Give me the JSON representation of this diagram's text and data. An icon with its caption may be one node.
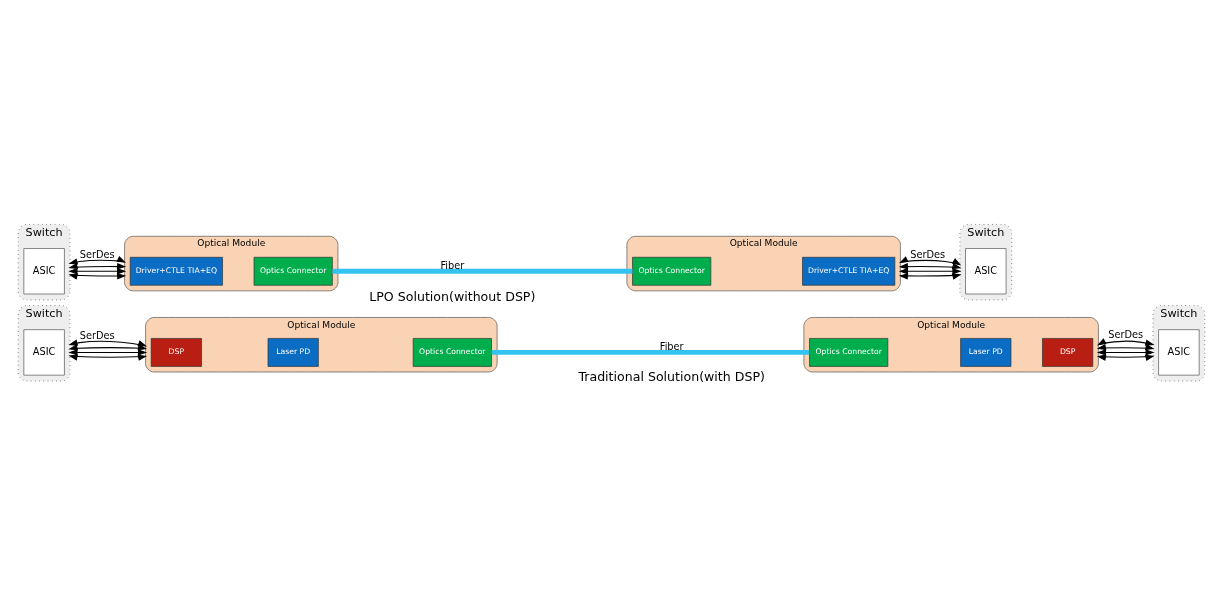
{
  "diagram": {
    "nodes": [
      {
        "text": [
          "Switch"
        ]
      },
      {
        "text": [
          "ASIC"
        ],
        "in": 0
      },
      {
        "text": [
          "Optical Module"
        ]
      },
      {
        "text": [
          "DSP"
        ],
        "in": 2
      },
      {
        "text": [
          "Laser PD"
        ],
        "in": 2
      },
      {
        "text": [
          "Optics Connector"
        ],
        "in": 2
      },
      {
        "text": [
          "Optical Module"
        ]
      },
      {
        "text": [
          "Optics Connector"
        ],
        "in": 6
      },
      {
        "text": [
          "Laser PD"
        ],
        "in": 6
      },
      {
        "text": [
          "DSP"
        ],
        "in": 6
      },
      {
        "text": [
          "Switch"
        ]
      },
      {
        "text": [
          "ASIC"
        ],
        "in": 10
      },
      {
        "text": [
          "Switch"
        ]
      },
      {
        "text": [
          "ASIC"
        ],
        "in": 12
      },
      {
        "text": [
          "Optical Module"
        ]
      },
      {
        "text": [
          "Driver+CTLE TIA+EQ"
        ],
        "in": 14
      },
      {
        "text": [
          "Optics Connector"
        ],
        "in": 14
      },
      {
        "text": [
          "Optical Module"
        ]
      },
      {
        "text": [
          "Optics Connector"
        ],
        "in": 17
      },
      {
        "text": [
          "Driver+CTLE TIA+EQ"
        ],
        "in": 17
      },
      {
        "text": [
          "Switch"
        ]
      },
      {
        "text": [
          "ASIC"
        ],
        "in": 20
      }
    ],
    "edges": [
      {
        "from": 0,
        "to": 2,
        "arrow": "both",
        "label": "SerDes"
      },
      {
        "from": 0,
        "to": 2,
        "arrow": "both"
      },
      {
        "from": 0,
        "to": 2,
        "arrow": "both"
      },
      {
        "from": 0,
        "to": 2,
        "arrow": "both"
      },
      {
        "from": 5,
        "to": 7,
        "arrow": "none",
        "label": "Fiber",
        "style": "thick",
        "color": "#33c3f0"
      },
      {
        "from": 6,
        "to": 10,
        "arrow": "both",
        "label": "SerDes"
      },
      {
        "from": 6,
        "to": 10,
        "arrow": "both"
      },
      {
        "from": 6,
        "to": 10,
        "arrow": "both"
      },
      {
        "from": 6,
        "to": 10,
        "arrow": "both"
      },
      {
        "from": 12,
        "to": 14,
        "arrow": "both",
        "label": "SerDes"
      },
      {
        "from": 12,
        "to": 14,
        "arrow": "both"
      },
      {
        "from": 12,
        "to": 14,
        "arrow": "both"
      },
      {
        "from": 12,
        "to": 14,
        "arrow": "both"
      },
      {
        "from": 16,
        "to": 18,
        "arrow": "none",
        "label": "Fiber",
        "style": "thick",
        "color": "#33c3f0"
      },
      {
        "from": 17,
        "to": 20,
        "arrow": "both",
        "label": "SerDes"
      },
      {
        "from": 17,
        "to": 20,
        "arrow": "both"
      },
      {
        "from": 17,
        "to": 20,
        "arrow": "both"
      },
      {
        "from": 17,
        "to": 20,
        "arrow": "both"
      }
    ],
    "labels": [
      "Traditional Solution(with DSP)",
      "LPO Solution(without DSP)"
    ]
  }
}
